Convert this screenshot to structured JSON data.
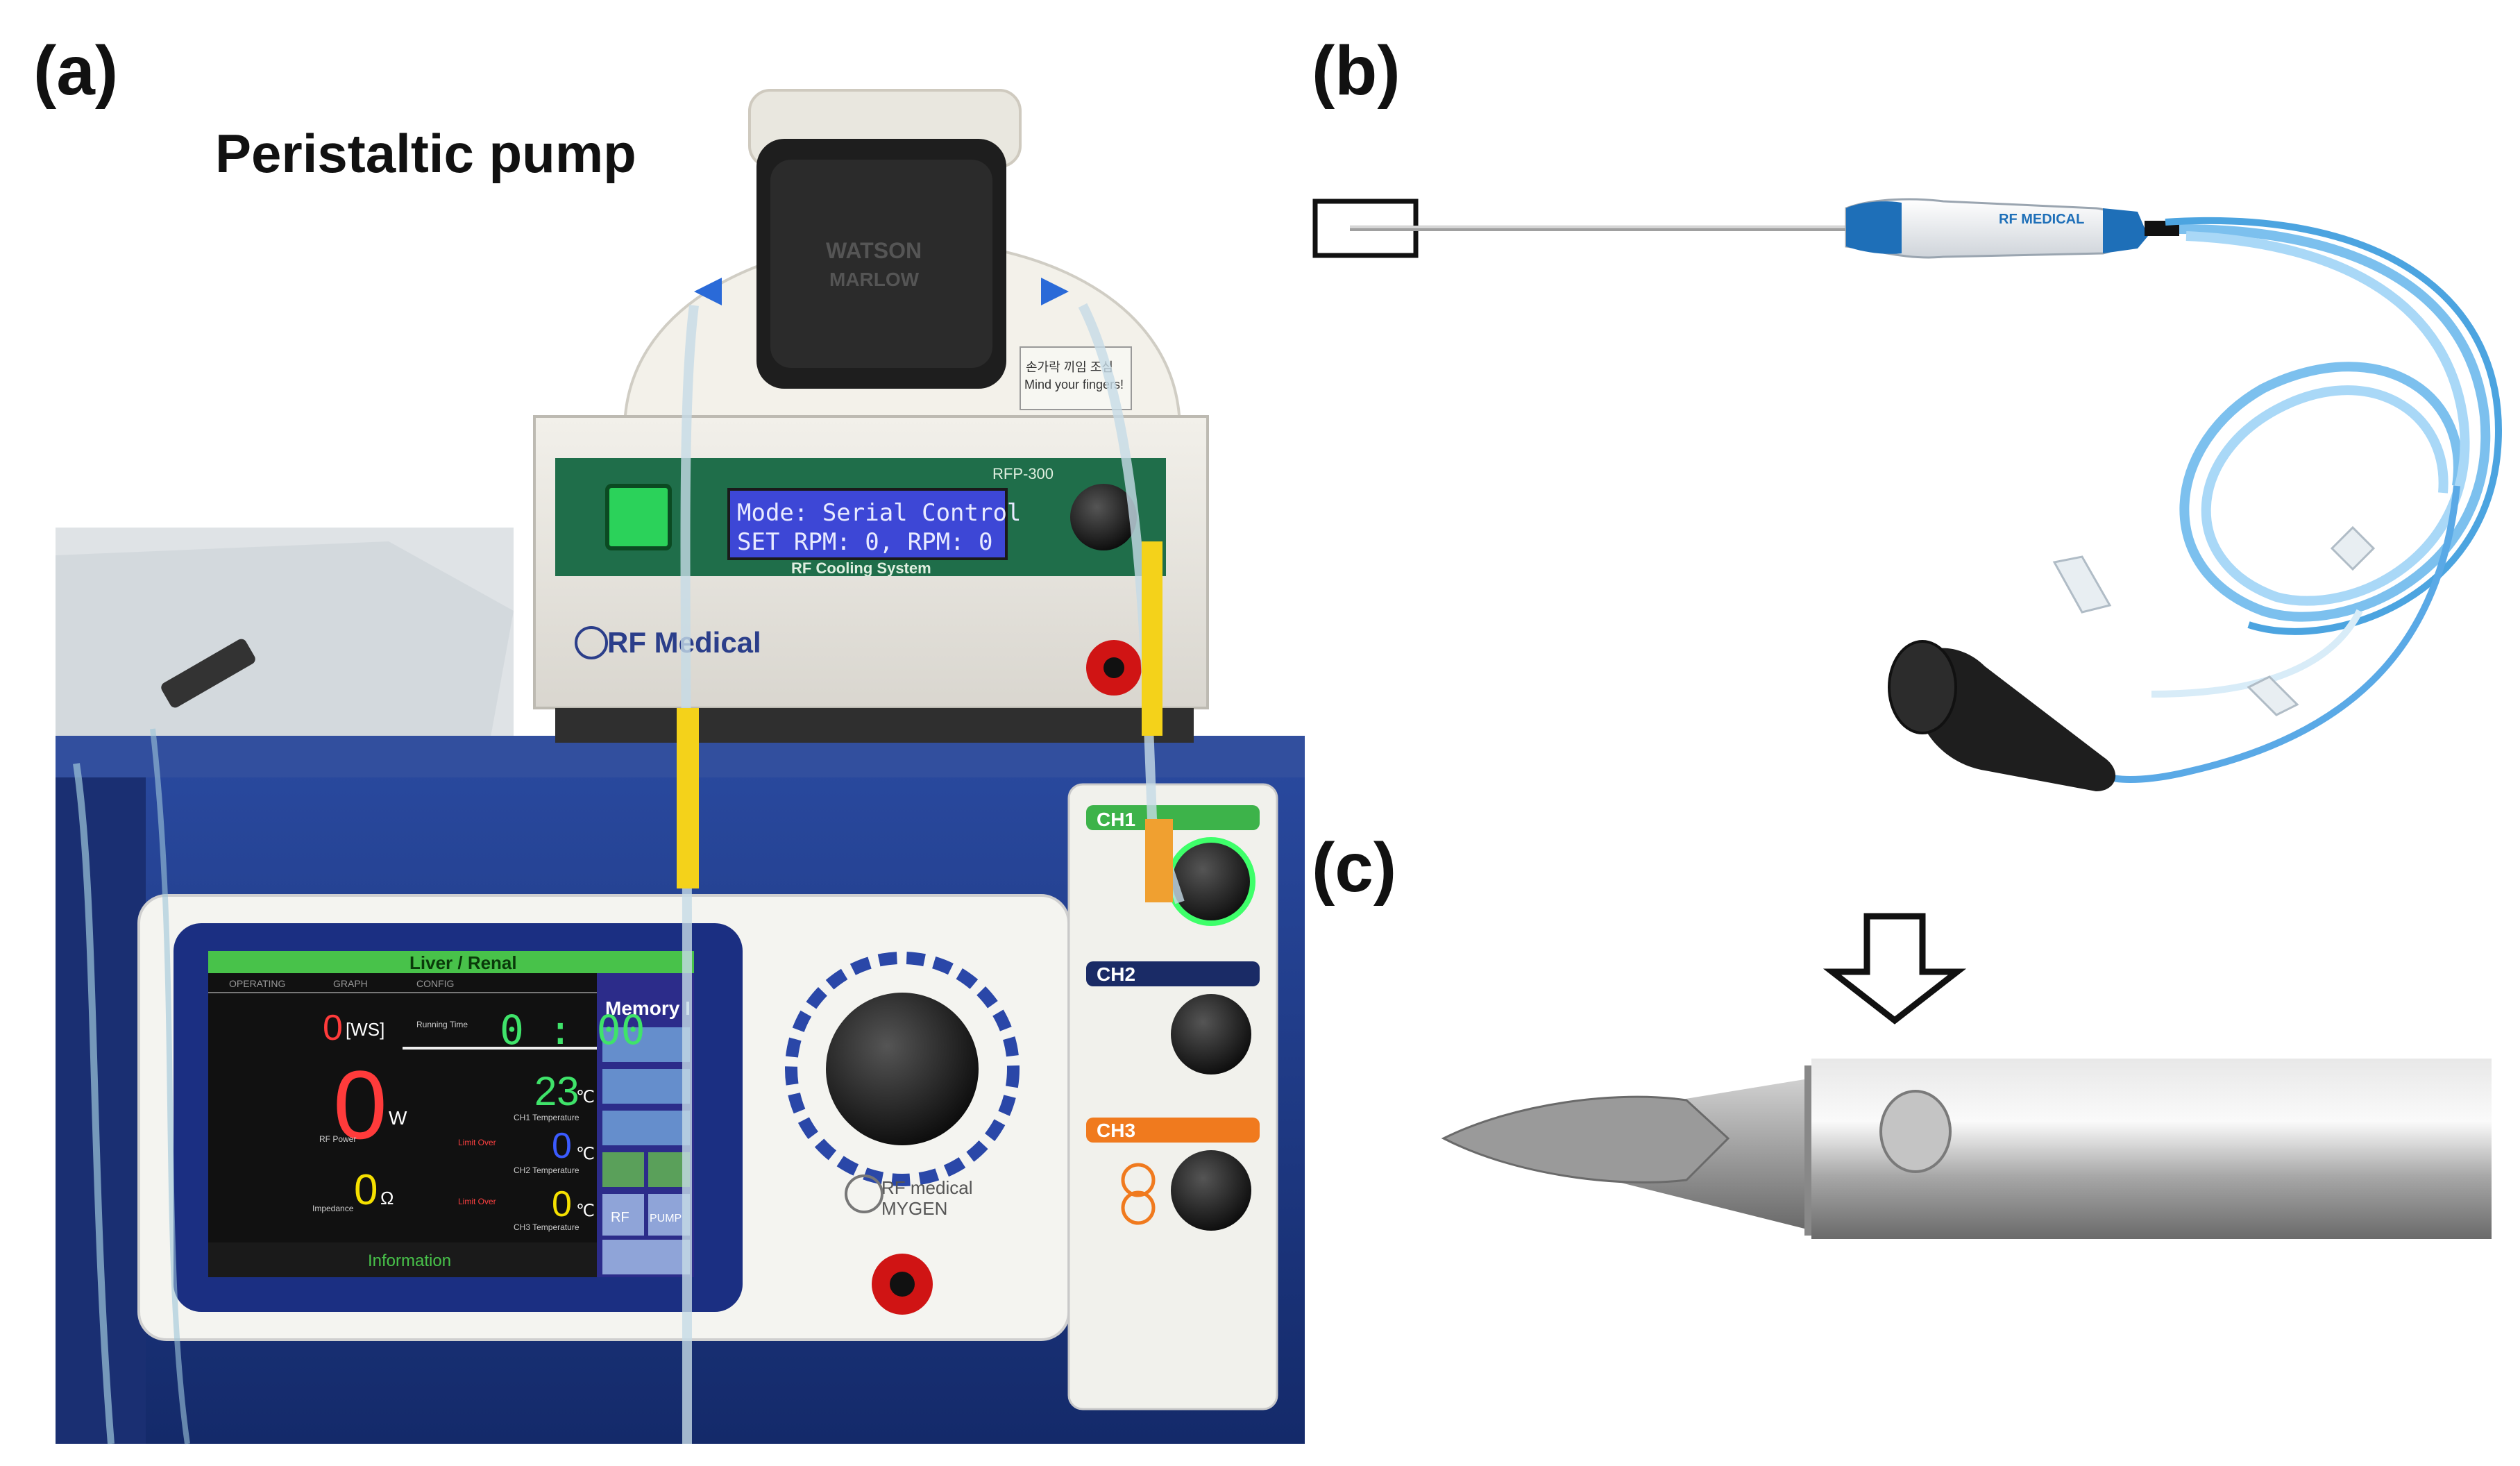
{
  "panels": {
    "a": {
      "label": "(a)",
      "caption": "Peristaltic pump"
    },
    "b": {
      "label": "(b)"
    },
    "c": {
      "label": "(c)"
    }
  },
  "pump": {
    "model": "RFP-300",
    "lcd_line1": "Mode: Serial Control",
    "lcd_line2": "SET RPM:  0, RPM:  0",
    "subtitle": "RF Cooling System",
    "brand": "RF Medical",
    "head_brand_1": "WATSON",
    "head_brand_2": "MARLOW",
    "warning_korean": "손가락 끼임 조심",
    "warning_english": "Mind your fingers!"
  },
  "generator": {
    "screen_header": "Liver / Renal",
    "tabs": [
      "OPERATING",
      "GRAPH",
      "CONFIG"
    ],
    "memory_label": "Memory I",
    "power_ws": "0",
    "power_ws_unit": "[WS]",
    "running_time": "0 : 00",
    "running_time_label": "Running Time",
    "rf_power": "0",
    "rf_power_unit": "W",
    "rf_power_label": "RF Power",
    "ch1_temp": "23",
    "ch1_temp_label": "CH1 Temperature",
    "ch2_temp": "0",
    "ch2_temp_label": "CH2 Temperature",
    "ch3_temp": "0",
    "ch3_temp_label": "CH3 Temperature",
    "temp_unit": "℃",
    "impedance": "0",
    "impedance_unit": "Ω",
    "impedance_label": "Impedance",
    "limit_label": "Limit Over",
    "info_bar": "Information",
    "side_buttons": [
      "RF",
      "PUMP"
    ],
    "brand_line1": "RF medical",
    "brand_line2": "MYGEN",
    "channels": [
      "CH1",
      "CH2",
      "CH3"
    ]
  },
  "electrode": {
    "brand": "RF MEDICAL"
  },
  "colors": {
    "generator_blue": "#1e3c8c",
    "pump_green": "#1f6e4a",
    "lcd_blue": "#3d47d6",
    "screen_green": "#48c24a",
    "tube_blue": "#5aa9e6",
    "ch3_orange": "#f07a1e",
    "needle_gray": "#b8b8b8"
  }
}
